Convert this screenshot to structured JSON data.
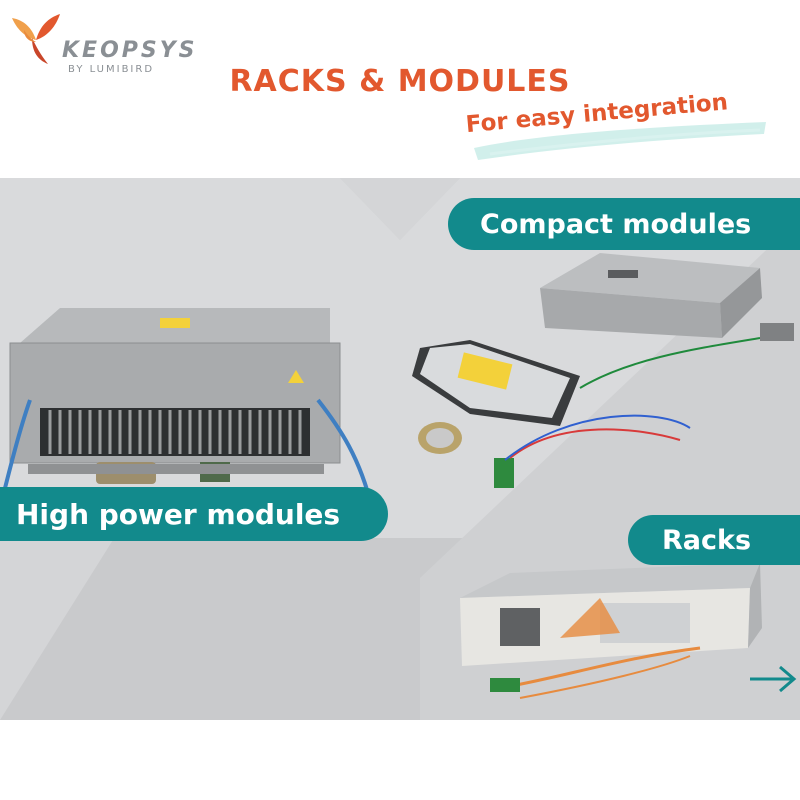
{
  "brand": {
    "name": "KEOPSYS",
    "tagline": "BY LUMIBIRD",
    "accent_color": "#e2582e",
    "teal_color": "#128a8c"
  },
  "header": {
    "title": "RACKS & MODULES",
    "subtitle": "For easy integration"
  },
  "labels": {
    "compact": "Compact modules",
    "high_power": "High power modules",
    "racks": "Racks"
  },
  "icons": {
    "logo": "bird-logo-icon",
    "next": "arrow-right-icon"
  }
}
